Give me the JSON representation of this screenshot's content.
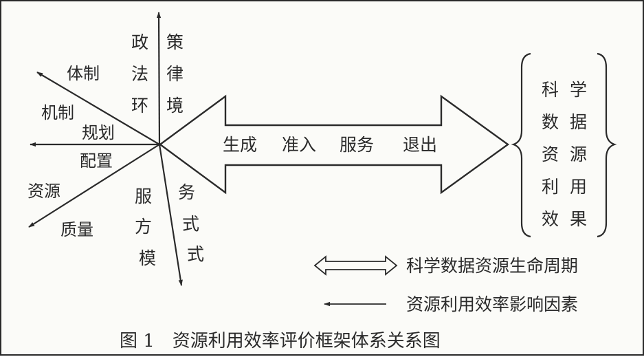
{
  "axes": {
    "policy_left": [
      "政",
      "法",
      "环"
    ],
    "policy_right": [
      "策",
      "律",
      "境"
    ],
    "system": "体制",
    "mechanism": "机制",
    "planning": "规划",
    "allocation": "配置",
    "resources": "资源",
    "quality": "质量",
    "service_left": [
      "服",
      "方",
      "模"
    ],
    "service_right": [
      "务",
      "式",
      "式"
    ]
  },
  "lifecycle_stages": [
    "生成",
    "准入",
    "服务",
    "退出"
  ],
  "result_left": [
    "科",
    "数",
    "资",
    "利",
    "效"
  ],
  "result_right": [
    "学",
    "据",
    "源",
    "用",
    "果"
  ],
  "legend": {
    "lifecycle": "科学数据资源生命周期",
    "factors": "资源利用效率影响因素"
  },
  "caption": "图 1　资源利用效率评价框架体系关系图",
  "colors": {
    "ink": "#2a2a2a",
    "background": "#fbfbf8"
  }
}
